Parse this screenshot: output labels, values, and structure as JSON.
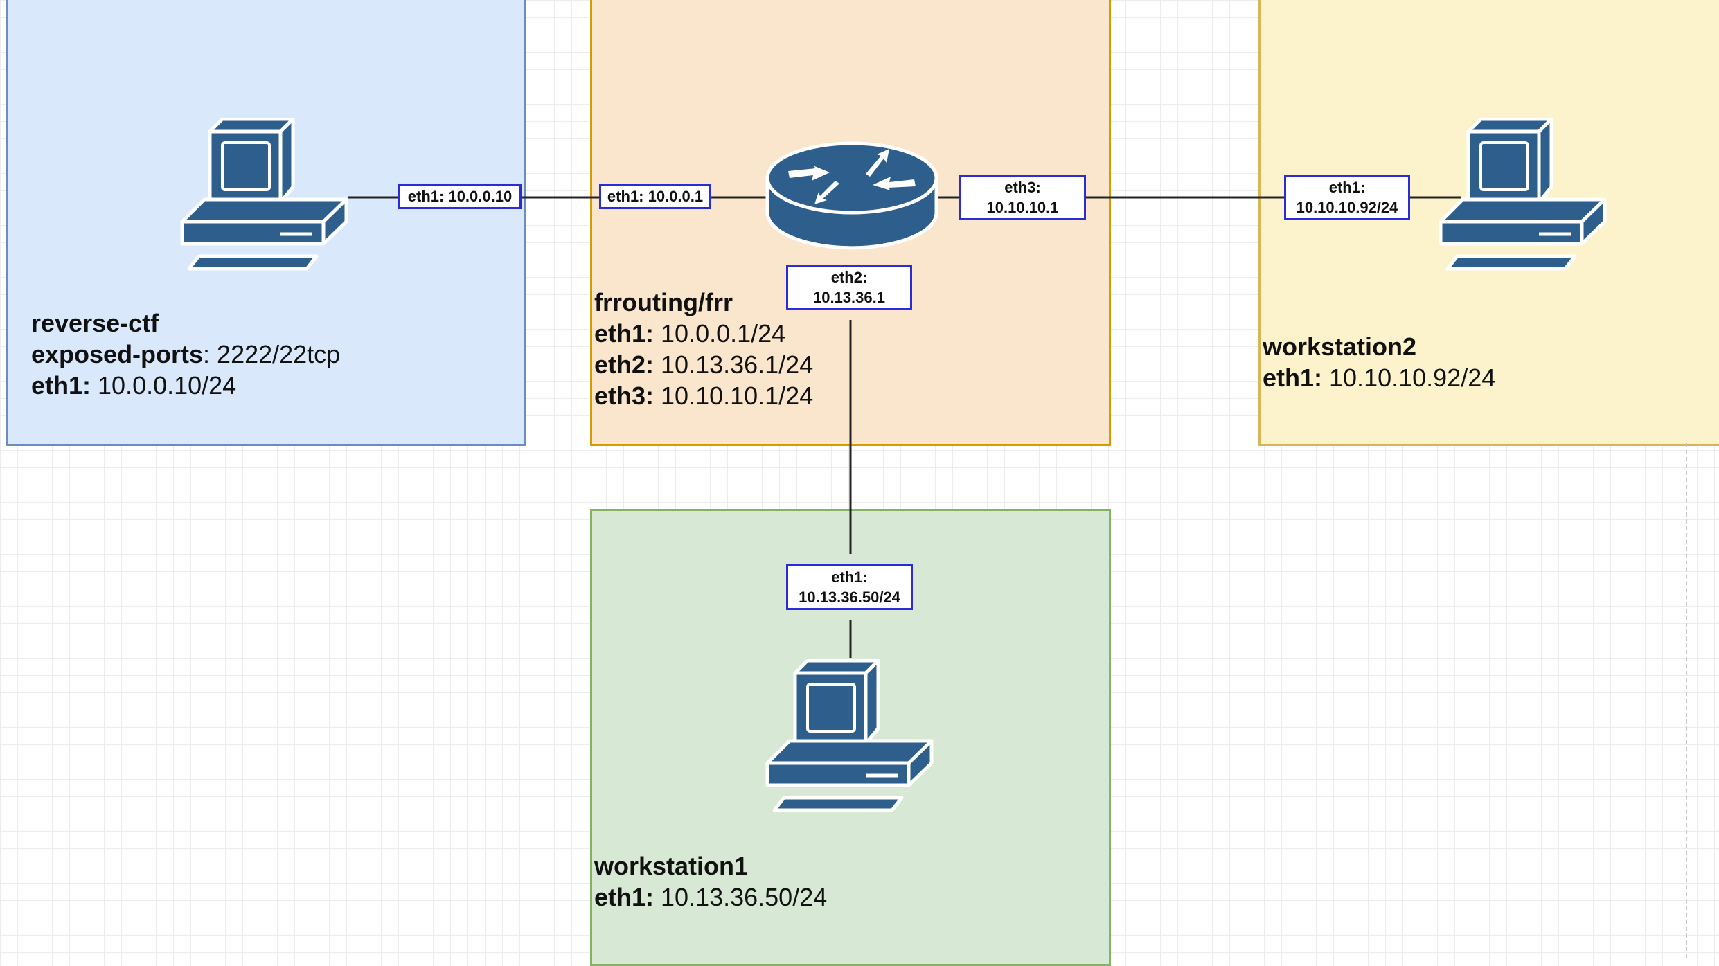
{
  "colors": {
    "reverse_ctf": {
      "fill": "#dae8fc",
      "border": "#6c8ebf"
    },
    "frr": {
      "fill": "#fae5cd",
      "border": "#d79b00"
    },
    "workstation2": {
      "fill": "#fcf2cc",
      "border": "#d6b656"
    },
    "workstation1": {
      "fill": "#d7e8d4",
      "border": "#82b366"
    },
    "icon": "#2e5e8c"
  },
  "nodes": {
    "reverse_ctf": {
      "icon": "desktop-computer-icon",
      "name": "reverse-ctf",
      "ports_key": "exposed-ports",
      "ports_val": ": 2222/22tcp",
      "eth1_key": "eth1:",
      "eth1_val": " 10.0.0.10/24",
      "iface_eth1": "eth1: 10.0.0.10"
    },
    "frr": {
      "icon": "router-icon",
      "name": "frrouting/frr",
      "eth1_key": "eth1:",
      "eth1_val": " 10.0.0.1/24",
      "eth2_key": "eth2:",
      "eth2_val": " 10.13.36.1/24",
      "eth3_key": "eth3:",
      "eth3_val": " 10.10.10.1/24",
      "iface_eth1": "eth1: 10.0.0.1",
      "iface_eth2_name": "eth2:",
      "iface_eth2_ip": "10.13.36.1",
      "iface_eth3_name": "eth3:",
      "iface_eth3_ip": "10.10.10.1"
    },
    "workstation2": {
      "icon": "desktop-computer-icon",
      "name": "workstation2",
      "eth1_key": "eth1:",
      "eth1_val": " 10.10.10.92/24",
      "iface_eth1_name": "eth1:",
      "iface_eth1_ip": "10.10.10.92/24"
    },
    "workstation1": {
      "icon": "desktop-computer-icon",
      "name": "workstation1",
      "eth1_key": "eth1:",
      "eth1_val": " 10.13.36.50/24",
      "iface_eth1_name": "eth1:",
      "iface_eth1_ip": "10.13.36.50/24"
    }
  },
  "links": [
    {
      "from": "reverse-ctf eth1",
      "to": "frrouting/frr eth1"
    },
    {
      "from": "frrouting/frr eth3",
      "to": "workstation2 eth1"
    },
    {
      "from": "frrouting/frr eth2",
      "to": "workstation1 eth1"
    }
  ]
}
